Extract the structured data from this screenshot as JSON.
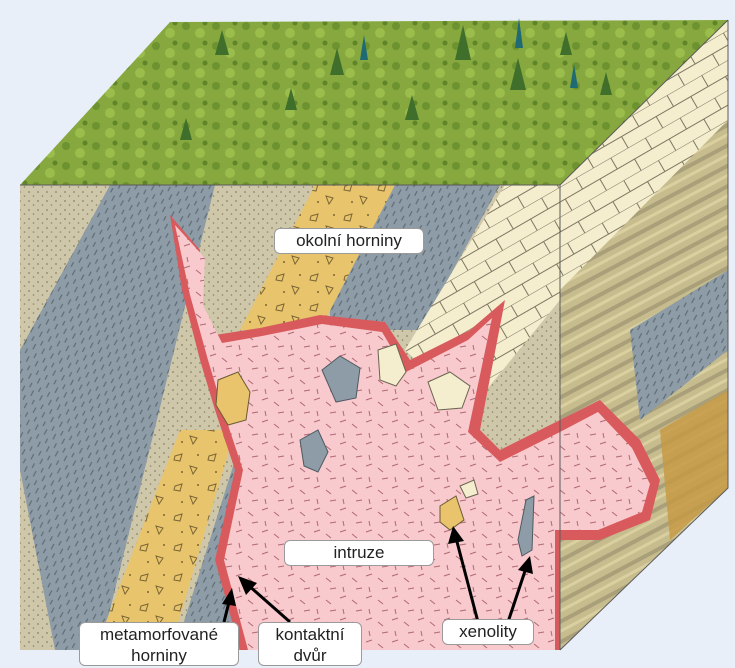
{
  "labels": {
    "country_rock": "okolní horniny",
    "intrusion": "intruze",
    "metamorphic_line1": "metamorfované",
    "metamorphic_line2": "horniny",
    "contact_line1": "kontaktní",
    "contact_line2": "dvůr",
    "xenoliths": "xenolity"
  },
  "colors": {
    "background": "#e9eff8",
    "intrusion": "#f7c7cb",
    "contact_aureole": "#d9575a",
    "grey_rock": "#8a9aa4",
    "sandstone": "#c9c2a4",
    "conglomerate": "#e9c46a",
    "limestone": "#f3eccb",
    "vegetation": "#7fa33a"
  }
}
